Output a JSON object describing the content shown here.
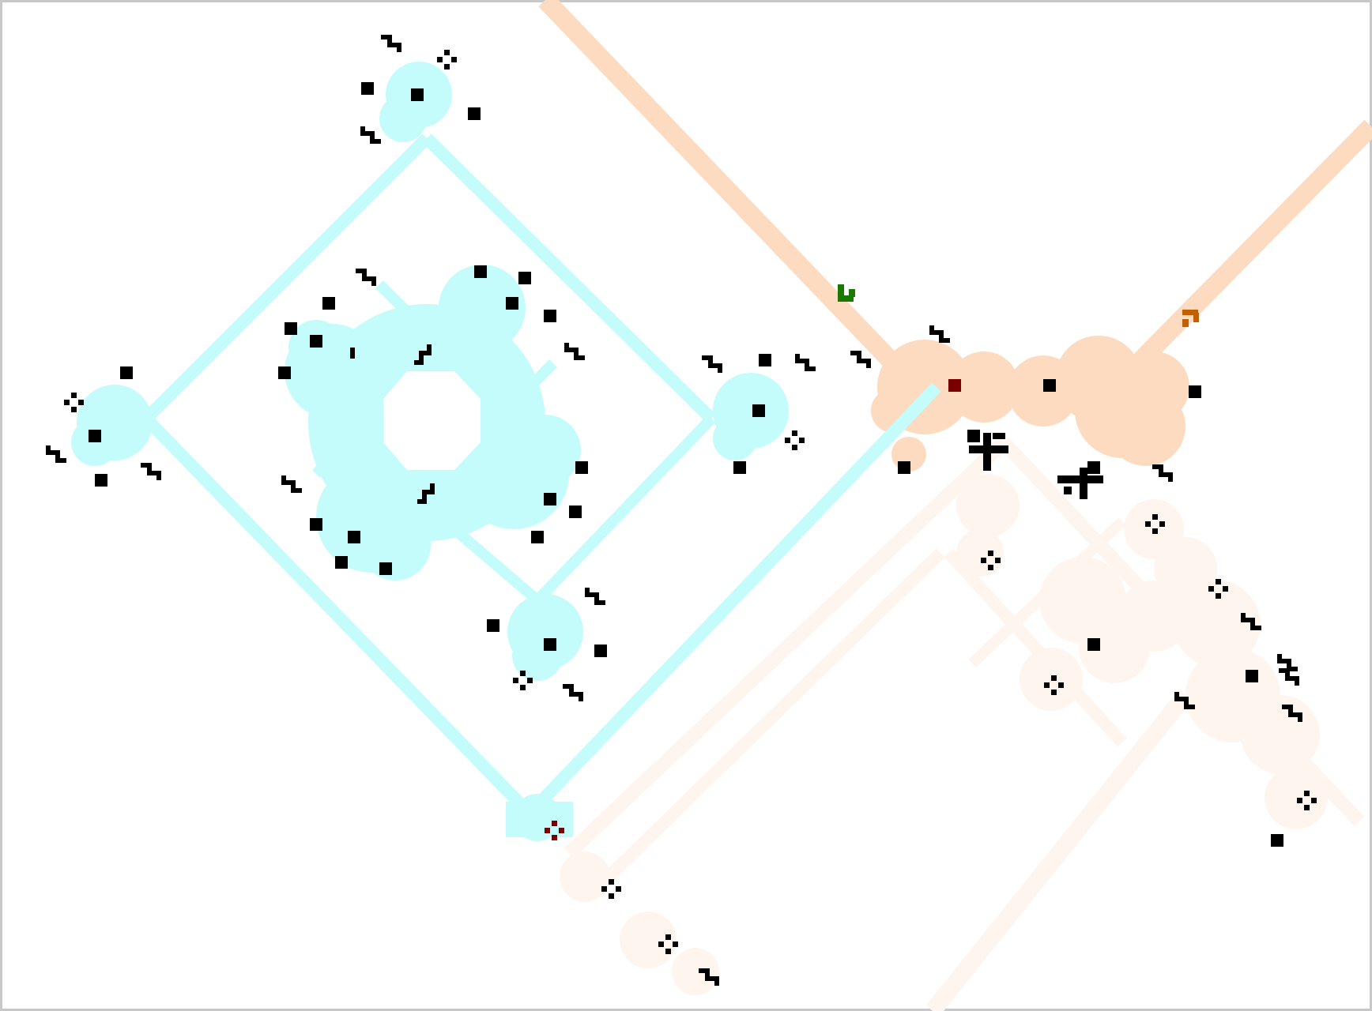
{
  "game": {
    "name": "",
    "view": "cellular-automaton-board",
    "background_color": "#ffffff",
    "border_color": "#c8c8c8"
  },
  "palette": {
    "territory_cyan": "#c4fbfb",
    "territory_peach": "#fddbc0",
    "territory_peach_faded": "#fef5ef",
    "cell_black": "#000000",
    "cell_dark_red": "#7a0000",
    "cell_green": "#1a7a00",
    "cell_orange": "#c06000"
  },
  "regions": [
    {
      "name": "cyan-territory",
      "color_key": "territory_cyan"
    },
    {
      "name": "peach-territory",
      "color_key": "territory_peach"
    },
    {
      "name": "faded-peach-territory",
      "color_key": "territory_peach_faded"
    }
  ],
  "glyph_icons": [
    "square-cell-icon",
    "hook-glider-icon",
    "ring-cell-icon",
    "plus-cluster-icon"
  ]
}
